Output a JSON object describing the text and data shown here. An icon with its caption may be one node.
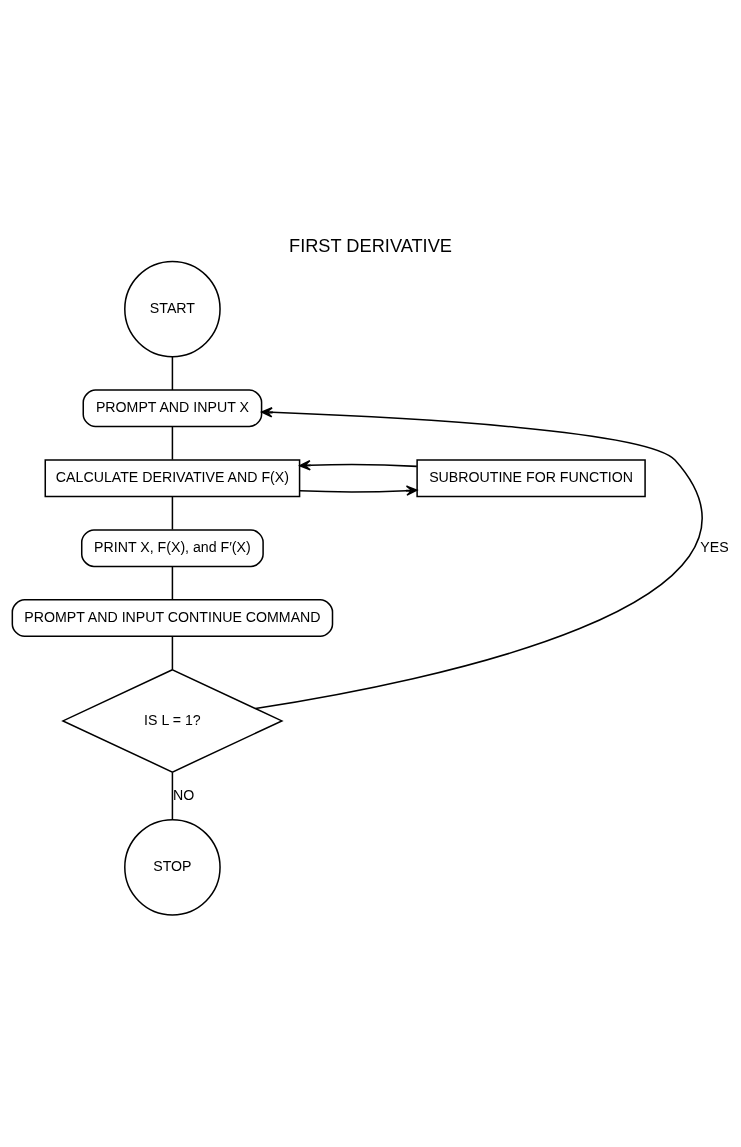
{
  "diagram": {
    "title": "FIRST DERIVATIVE",
    "nodes": [
      {
        "text": [
          "START"
        ]
      },
      {
        "text": [
          "PROMPT AND INPUT X"
        ]
      },
      {
        "text": [
          "CALCULATE DERIVATIVE AND F(X)"
        ]
      },
      {
        "text": [
          "SUBROUTINE FOR FUNCTION"
        ]
      },
      {
        "text": [
          "PRINT X, F(X), and F′(X)"
        ]
      },
      {
        "text": [
          "PROMPT AND INPUT CONTINUE COMMAND"
        ]
      },
      {
        "text": [
          "IS L = 1?"
        ]
      },
      {
        "text": [
          "STOP"
        ]
      }
    ],
    "edges": [
      {
        "from": 0,
        "to": 1,
        "arrow": "none"
      },
      {
        "from": 1,
        "to": 2,
        "arrow": "none"
      },
      {
        "from": 2,
        "to": 3,
        "arrow": "to"
      },
      {
        "from": 3,
        "to": 2,
        "arrow": "to"
      },
      {
        "from": 2,
        "to": 4,
        "arrow": "none"
      },
      {
        "from": 4,
        "to": 5,
        "arrow": "none"
      },
      {
        "from": 5,
        "to": 6,
        "arrow": "none"
      },
      {
        "from": 6,
        "to": 1,
        "arrow": "to",
        "label": "YES"
      },
      {
        "from": 6,
        "to": 7,
        "arrow": "none",
        "label": "NO"
      }
    ]
  }
}
